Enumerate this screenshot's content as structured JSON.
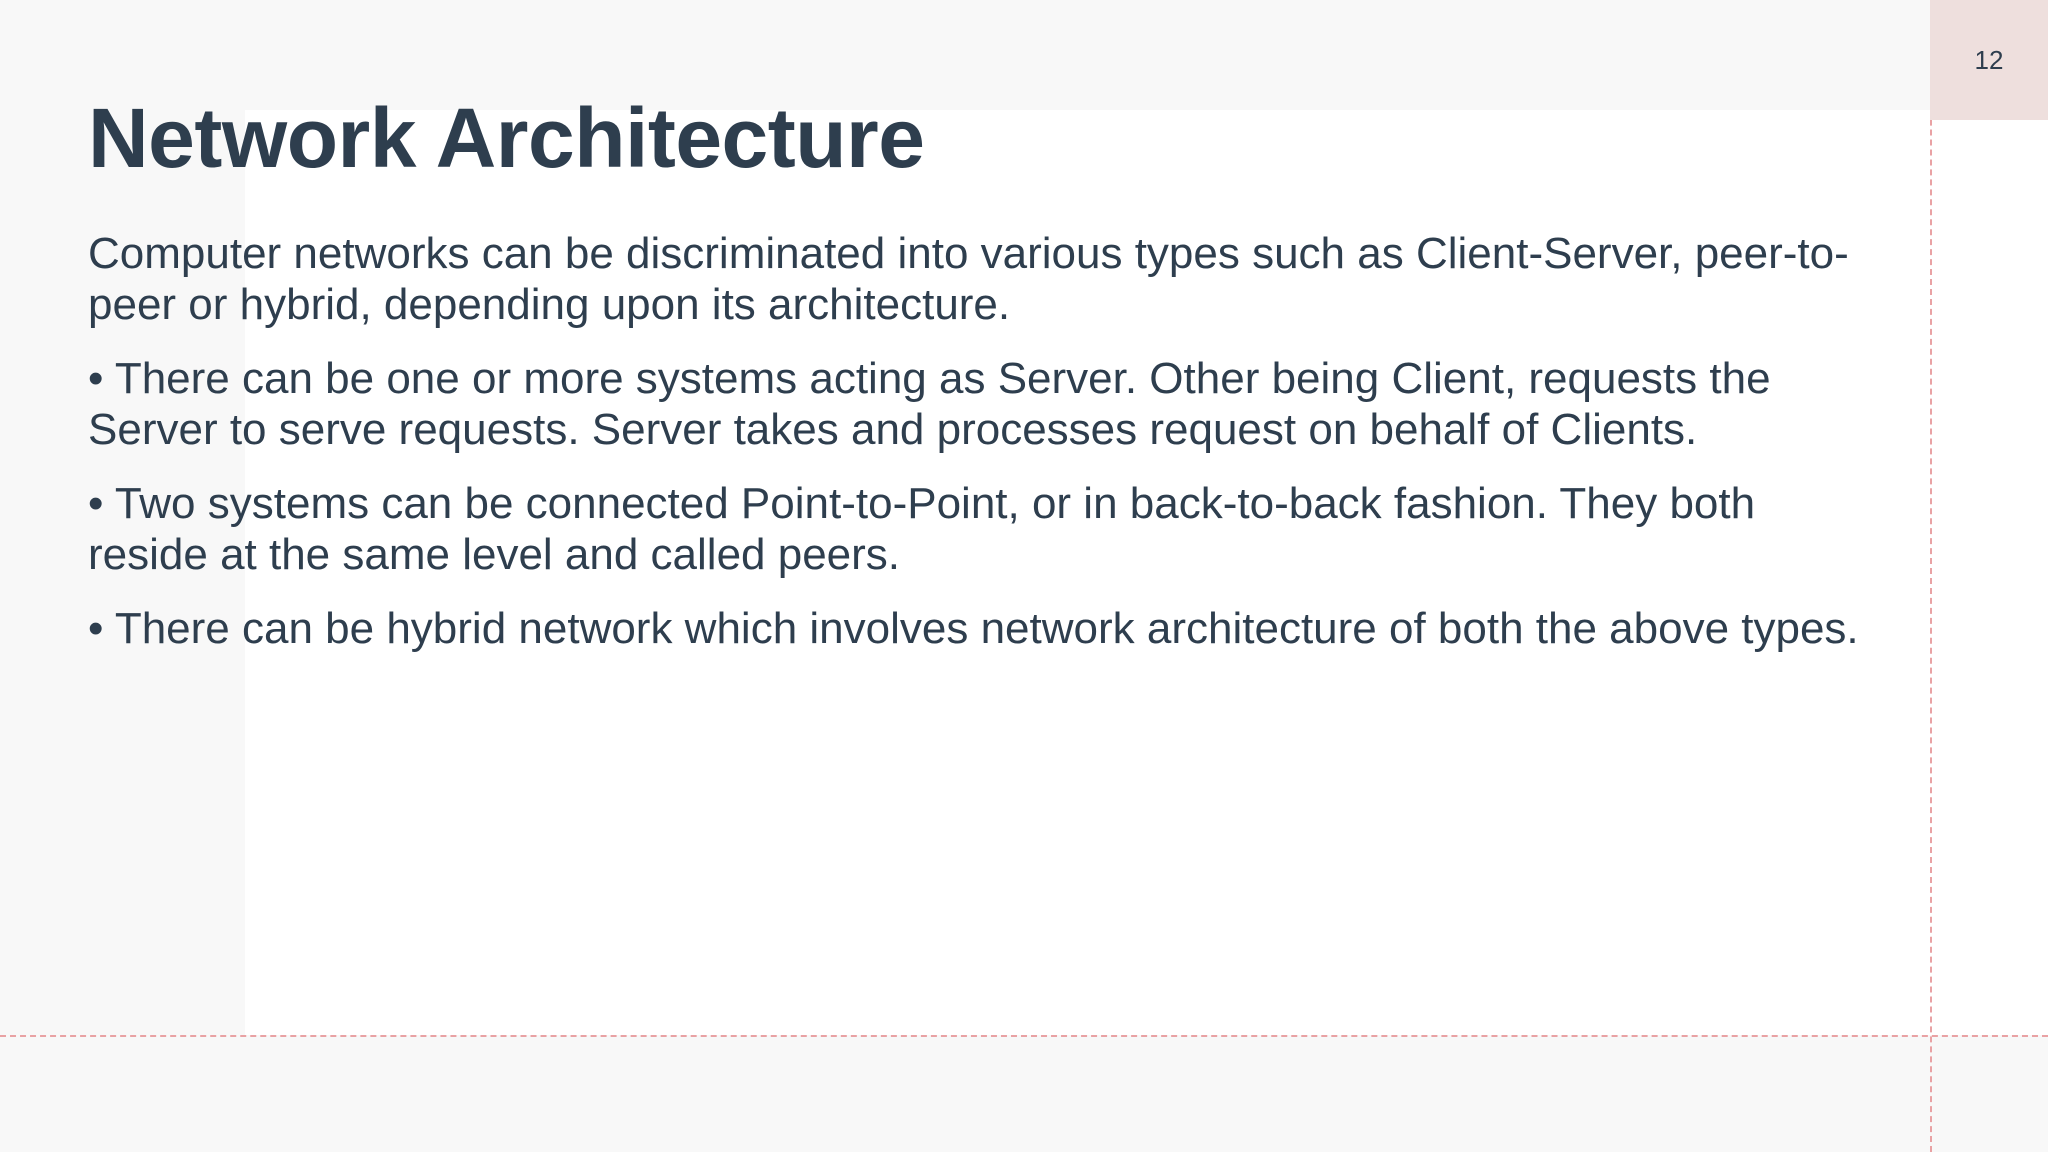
{
  "slide": {
    "page_number": "12",
    "title": "Network Architecture",
    "paragraphs": [
      {
        "bullet": "",
        "text": "Computer networks can be discriminated into various types such as Client-Server, peer-to-peer or hybrid, depending upon its architecture."
      },
      {
        "bullet": "•",
        "text": "• There can be one or more systems acting as Server. Other being Client, requests the Server to serve requests. Server takes and processes request on behalf of Clients."
      },
      {
        "bullet": "•",
        "text": "• Two systems can be connected Point-to-Point, or in back-to-back fashion. They both reside at the same level and called peers."
      },
      {
        "bullet": "•",
        "text": "• There can be hybrid network which involves network architecture of both the above types."
      }
    ]
  },
  "theme": {
    "background": "#f8f8f8",
    "panel": "#ffffff",
    "text": "#2e3e4e",
    "accent_chip": "#eedfdd",
    "guide_line": "#e9a2a4"
  }
}
